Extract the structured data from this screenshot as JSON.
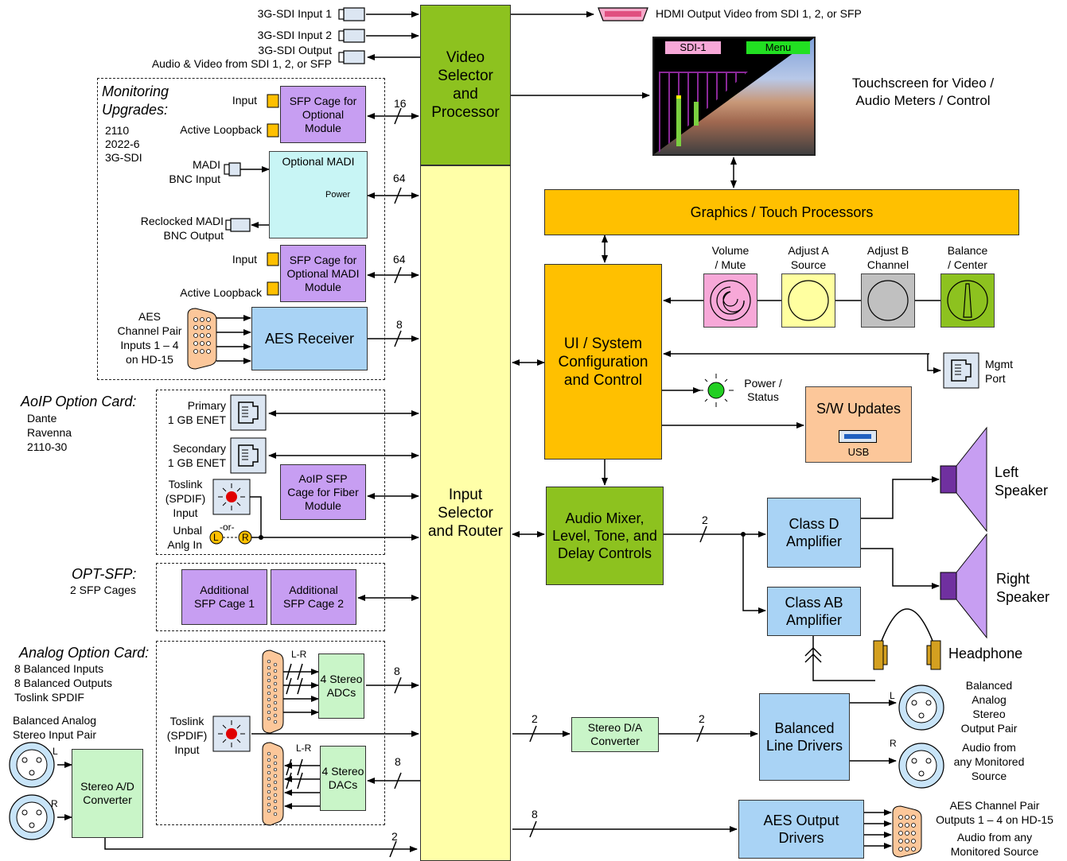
{
  "top_io": {
    "sdi_in1": "3G-SDI Input 1",
    "sdi_in2": "3G-SDI Input 2",
    "sdi_out": "3G-SDI Output",
    "sdi_out_sub": "Audio & Video from SDI 1, 2, or SFP",
    "hdmi_out": "HDMI Output Video from SDI 1, 2, or SFP"
  },
  "video_block": "Video Selector and Processor",
  "input_block": "Input Selector and Router",
  "touchscreen": {
    "sdi_tab": "SDI-1",
    "menu_tab": "Menu",
    "caption1": "Touchscreen for Video /",
    "caption2": "Audio Meters / Control"
  },
  "graphics_block": "Graphics / Touch Processors",
  "ui_block": "UI / System Configuration and Control",
  "controls": [
    {
      "line1": "Volume",
      "line2": "/ Mute",
      "color": "#f7a8d8"
    },
    {
      "line1": "Adjust A",
      "line2": "Source",
      "color": "#ffffa0"
    },
    {
      "line1": "Adjust B",
      "line2": "Channel",
      "color": "#c0c0c0"
    },
    {
      "line1": "Balance",
      "line2": "/ Center",
      "color": "#8dc21f"
    }
  ],
  "mgmt_port": {
    "line1": "Mgmt",
    "line2": "Port"
  },
  "power_status": {
    "line1": "Power /",
    "line2": "Status"
  },
  "sw_updates": {
    "title": "S/W Updates",
    "usb": "USB"
  },
  "mixer_block": "Audio Mixer, Level, Tone, and Delay Controls",
  "class_d": "Class D Amplifier",
  "class_ab": "Class AB Amplifier",
  "left_speaker": {
    "line1": "Left",
    "line2": "Speaker"
  },
  "right_speaker": {
    "line1": "Right",
    "line2": "Speaker"
  },
  "headphone": "Headphone",
  "monitoring": {
    "title1": "Monitoring",
    "title2": "Upgrades:",
    "list": [
      "2110",
      "2022-6",
      "3G-SDI"
    ],
    "sfp_input": "Input",
    "sfp_loopback": "Active Loopback",
    "sfp1": "SFP Cage for Optional Module",
    "madi": "Optional MADI",
    "madi_power": "Power",
    "madi_in1": "MADI",
    "madi_in2": "BNC Input",
    "madi_out1": "Reclocked MADI",
    "madi_out2": "BNC Output",
    "sfp2_input": "Input",
    "sfp2_loopback": "Active Loopback",
    "sfp2": "SFP Cage for Optional MADI Module",
    "aes_in": [
      "AES",
      "Channel Pair",
      "Inputs 1 – 4",
      "on HD-15"
    ],
    "aes_receiver": "AES Receiver"
  },
  "aoip": {
    "title": "AoIP Option Card:",
    "list": [
      "Dante",
      "Ravenna",
      "2110-30"
    ],
    "primary1": "Primary",
    "primary2": "1 GB ENET",
    "secondary1": "Secondary",
    "secondary2": "1 GB ENET",
    "toslink": [
      "Toslink",
      "(SPDIF)",
      "Input"
    ],
    "unbal1": "Unbal",
    "unbal2": "Anlg In",
    "or": "-or-",
    "l": "L",
    "r": "R",
    "sfp": "AoIP SFP Cage for Fiber Module"
  },
  "optsfp": {
    "title": "OPT-SFP:",
    "sub": "2 SFP Cages",
    "cage1": "Additional SFP Cage 1",
    "cage2": "Additional SFP Cage 2"
  },
  "analog": {
    "title": "Analog Option Card:",
    "list": [
      "8 Balanced Inputs",
      "8 Balanced Outputs",
      "Toslink SPDIF"
    ],
    "adc": "4 Stereo ADCs",
    "dac": "4 Stereo DACs",
    "lr": "L-R",
    "toslink": [
      "Toslink",
      "(SPDIF)",
      "Input"
    ]
  },
  "bal_in": {
    "line1": "Balanced Analog",
    "line2": "Stereo Input Pair",
    "l": "L",
    "r": "R"
  },
  "ad_conv": "Stereo A/D Converter",
  "da_conv": "Stereo D/A Converter",
  "bal_line": "Balanced Line Drivers",
  "bal_out": {
    "l": "L",
    "r": "R",
    "text1": [
      "Balanced",
      "Analog",
      "Stereo",
      "Output Pair"
    ],
    "text2": [
      "Audio from",
      "any Monitored",
      "Source"
    ]
  },
  "aes_out": "AES Output Drivers",
  "aes_out_text": {
    "line1": "AES Channel Pair",
    "line2": "Outputs 1 – 4  on HD-15",
    "line3": "Audio from any",
    "line4": "Monitored Source"
  },
  "bus_labels": {
    "b16": "16",
    "b64a": "64",
    "b64b": "64",
    "b8aes": "8",
    "b2mix": "2",
    "b8adc": "8",
    "b8dac": "8",
    "b2da1": "2",
    "b2da2": "2",
    "b8aesout": "8",
    "b2ad": "2"
  }
}
